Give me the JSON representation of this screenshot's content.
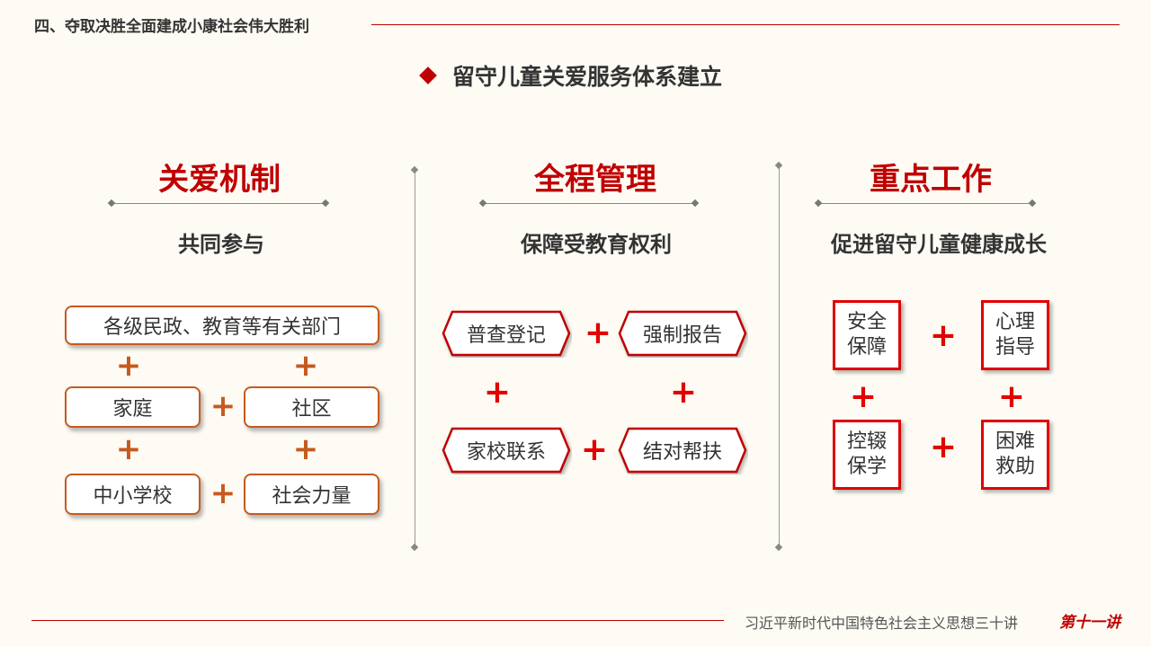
{
  "header": {
    "section_title": "四、夺取决胜全面建成小康社会伟大胜利",
    "main_title": "留守儿童关爱服务体系建立"
  },
  "columns": [
    {
      "heading": "关爱机制",
      "subheading": "共同参与",
      "boxes": [
        "各级民政、教育等有关部门",
        "家庭",
        "社区",
        "中小学校",
        "社会力量"
      ]
    },
    {
      "heading": "全程管理",
      "subheading": "保障受教育权利",
      "boxes": [
        "普查登记",
        "强制报告",
        "家校联系",
        "结对帮扶"
      ]
    },
    {
      "heading": "重点工作",
      "subheading": "促进留守儿童健康成长",
      "boxes": [
        {
          "line1": "安全",
          "line2": "保障"
        },
        {
          "line1": "心理",
          "line2": "指导"
        },
        {
          "line1": "控辍",
          "line2": "保学"
        },
        {
          "line1": "困难",
          "line2": "救助"
        }
      ]
    }
  ],
  "connector_symbol": "+",
  "footer": {
    "series_title": "习近平新时代中国特色社会主义思想三十讲",
    "lecture": "第十一讲"
  },
  "colors": {
    "background": "#FDFBF4",
    "accent_red": "#C00000",
    "box_orange": "#C65A1E",
    "plus_red": "#E00000"
  }
}
